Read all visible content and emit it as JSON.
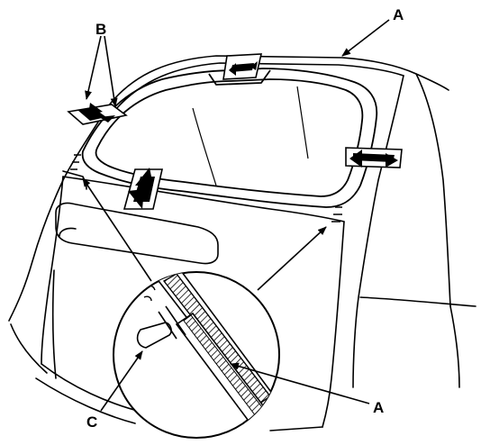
{
  "callouts": {
    "a_top": "A",
    "b": "B",
    "c": "C",
    "a_detail": "A"
  },
  "colors": {
    "ink": "#000000",
    "paper": "#ffffff"
  }
}
